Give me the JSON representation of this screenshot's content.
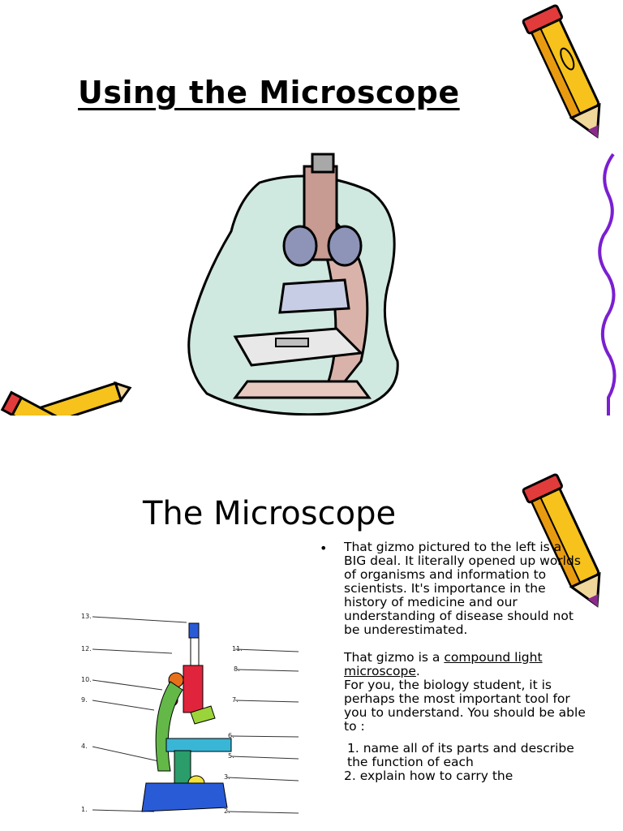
{
  "slide1": {
    "title": "Using the Microscope",
    "images": {
      "microscope": "microscope-clipart",
      "pencil_top": "pencil-icon",
      "pencils_left": "crossed-pencils-icon",
      "border": "purple-squiggle-border"
    }
  },
  "slide2": {
    "title": "The Microscope",
    "bullet_symbol": "•",
    "paragraph1": "That gizmo pictured to the left is a BIG deal.  It literally opened up worlds of organisms and information to scientists.  It's importance in the history of medicine and our understanding of disease should not be underestimated.",
    "p2_prefix": "That gizmo is a ",
    "p2_link": "compound light microscope",
    "p2_suffix": ".",
    "paragraph3": "For you, the biology student, it is perhaps the most important tool for you to understand.  You should be able to :",
    "list_item1": "1. name all of its parts and describe the function of each",
    "list_item2": "2. explain how to carry the",
    "diagram_labels": [
      "1.",
      "2.",
      "3.",
      "4.",
      "5.",
      "6.",
      "7.",
      "8.",
      "9.",
      "10.",
      "11.",
      "12.",
      "13."
    ]
  },
  "colors": {
    "pencil_yellow": "#f6c21b",
    "pencil_orange": "#e89b10",
    "pencil_tip": "#8a2a8c",
    "border_purple": "#7a1fd1",
    "blob_fill": "#cfe8e0"
  }
}
